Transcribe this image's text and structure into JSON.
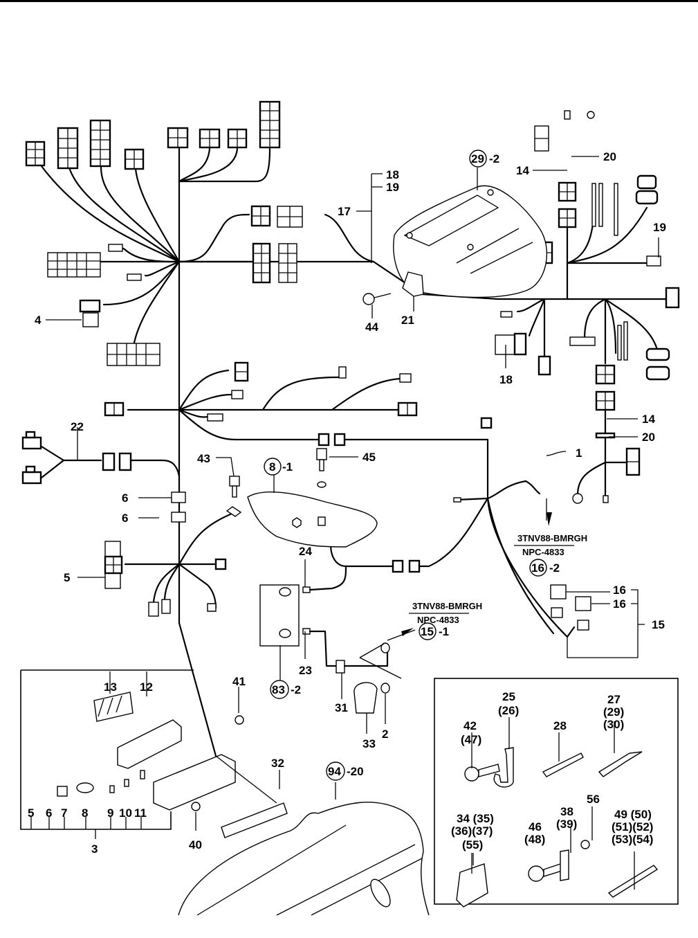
{
  "document": {
    "type": "Exploded parts diagram - wire harness",
    "engine_model": "3TNV88-BMRGH"
  },
  "callouts": {
    "c1": "1",
    "c2": "2",
    "c3": "3",
    "c4": "4",
    "c5": "5",
    "c6a": "6",
    "c6b": "6",
    "c14a": "14",
    "c14b": "14",
    "c15": "15",
    "c16a": "16",
    "c16b": "16",
    "c17": "17",
    "c18a": "18",
    "c18b": "18",
    "c19a": "19",
    "c19b": "19",
    "c20a": "20",
    "c20b": "20",
    "c21": "21",
    "c22": "22",
    "c23": "23",
    "c24": "24",
    "c31": "31",
    "c32": "32",
    "c33": "33",
    "c40": "40",
    "c41": "41",
    "c43": "43",
    "c44": "44",
    "c45": "45",
    "c12": "12",
    "c13": "13"
  },
  "kit_row": [
    "5",
    "6",
    "7",
    "8",
    "9",
    "10",
    "11"
  ],
  "refs": [
    {
      "num": "29",
      "suffix": "-2"
    },
    {
      "num": "8",
      "suffix": "-1"
    },
    {
      "num": "16",
      "suffix": "-2"
    },
    {
      "num": "15",
      "suffix": "-1"
    },
    {
      "num": "83",
      "suffix": "-2"
    },
    {
      "num": "94",
      "suffix": "-20"
    }
  ],
  "notes": [
    {
      "model": "3TNV88-BMRGH",
      "catalog": "NPC-4833",
      "ref": "16",
      "suffix": "-2"
    },
    {
      "model": "3TNV88-BMRGH",
      "catalog": "NPC-4833",
      "ref": "15",
      "suffix": "-1"
    }
  ],
  "inset": {
    "groups": [
      {
        "name": "bolt",
        "lines": [
          "42",
          "(47)"
        ]
      },
      {
        "name": "clamp",
        "lines": [
          "25",
          "(26)"
        ]
      },
      {
        "name": "band",
        "lines": [
          "28"
        ]
      },
      {
        "name": "tie-clip",
        "lines": [
          "27",
          "(29)",
          "(30)"
        ]
      },
      {
        "name": "protector",
        "lines": [
          "34 (35)",
          "(36)(37)",
          "(55)"
        ]
      },
      {
        "name": "bolt-2",
        "lines": [
          "46",
          "(48)"
        ]
      },
      {
        "name": "stay",
        "lines": [
          "38",
          "(39)"
        ]
      },
      {
        "name": "nut",
        "lines": [
          "56"
        ]
      },
      {
        "name": "tie",
        "lines": [
          "49 (50)",
          "(51)(52)",
          "(53)(54)"
        ]
      }
    ]
  }
}
